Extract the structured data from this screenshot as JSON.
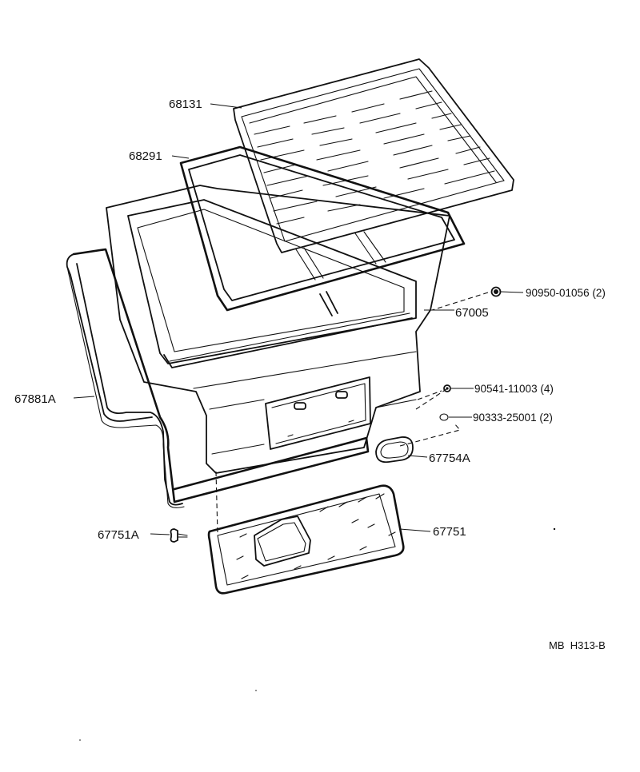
{
  "parts": {
    "back_window_glass": "68131",
    "back_window_weatherstrip": "68291",
    "back_door_panel": "67005",
    "door_weatherstrip": "67881A",
    "nut": "90950-01056 (2)",
    "clip": "90541-11003 (4)",
    "hole_plug": "90333-25001 (2)",
    "service_hole_cover": "67754A",
    "trim_board_clip": "67751A",
    "trim_board": "67751"
  },
  "drawing_code": "MB  H313-B"
}
